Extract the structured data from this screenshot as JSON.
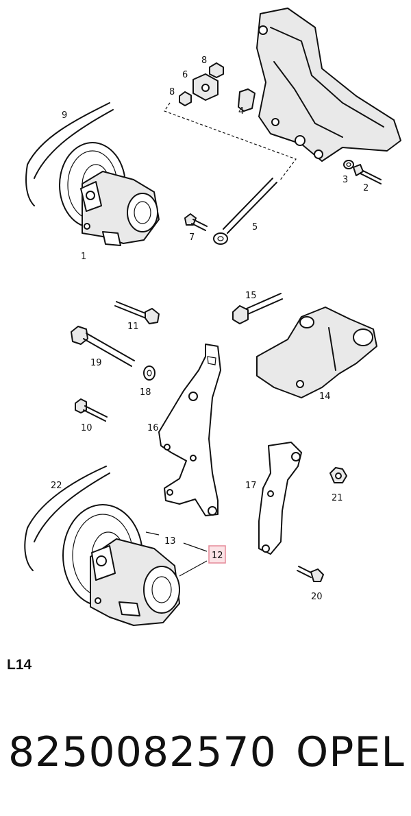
{
  "diagram": {
    "callouts": [
      {
        "id": "c1",
        "text": "1"
      },
      {
        "id": "c2",
        "text": "2"
      },
      {
        "id": "c3",
        "text": "3"
      },
      {
        "id": "c4",
        "text": "4"
      },
      {
        "id": "c5",
        "text": "5"
      },
      {
        "id": "c6",
        "text": "6"
      },
      {
        "id": "c7",
        "text": "7"
      },
      {
        "id": "c8a",
        "text": "8"
      },
      {
        "id": "c8b",
        "text": "8"
      },
      {
        "id": "c9",
        "text": "9"
      },
      {
        "id": "c10",
        "text": "10"
      },
      {
        "id": "c11",
        "text": "11"
      },
      {
        "id": "c12",
        "text": "12",
        "highlighted": true
      },
      {
        "id": "c13",
        "text": "13"
      },
      {
        "id": "c14",
        "text": "14"
      },
      {
        "id": "c15",
        "text": "15"
      },
      {
        "id": "c16",
        "text": "16"
      },
      {
        "id": "c17",
        "text": "17"
      },
      {
        "id": "c18",
        "text": "18"
      },
      {
        "id": "c19",
        "text": "19"
      },
      {
        "id": "c20",
        "text": "20"
      },
      {
        "id": "c21",
        "text": "21"
      },
      {
        "id": "c22",
        "text": "22"
      }
    ],
    "highlight_color": "#e58a98"
  },
  "footer": {
    "section_label": "L14",
    "part_number": "8250082570",
    "brand": "OPEL"
  }
}
